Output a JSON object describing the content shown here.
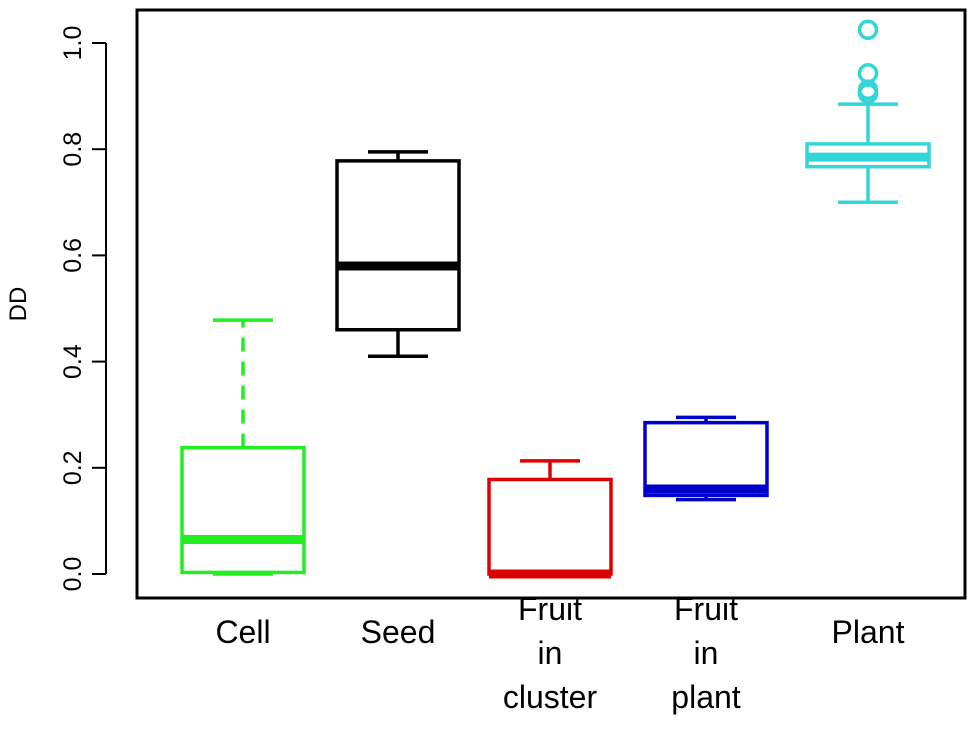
{
  "chart_data": {
    "type": "box",
    "ylabel": "DD",
    "xlabel": "",
    "title": "",
    "ylim": [
      -0.05,
      1.05
    ],
    "yticks": [
      0.0,
      0.2,
      0.4,
      0.6,
      0.8,
      1.0
    ],
    "ytick_labels": [
      "0.0",
      "0.2",
      "0.4",
      "0.6",
      "0.8",
      "1.0"
    ],
    "grid": false,
    "legend": "none",
    "categories": [
      {
        "label_lines": [
          "Cell"
        ],
        "color": "#22ee22",
        "whisker_dashed": true,
        "min": 0.0,
        "q1": 0.003,
        "median": 0.065,
        "q3": 0.238,
        "max": 0.478,
        "outliers": []
      },
      {
        "label_lines": [
          "Seed"
        ],
        "color": "#000000",
        "whisker_dashed": false,
        "min": 0.41,
        "q1": 0.46,
        "median": 0.58,
        "q3": 0.778,
        "max": 0.795,
        "outliers": []
      },
      {
        "label_lines": [
          "Fruit",
          "in",
          "cluster"
        ],
        "color": "#dd0000",
        "whisker_dashed": false,
        "min": 0.0,
        "q1": 0.0,
        "median": 0.0,
        "q3": 0.178,
        "max": 0.213,
        "outliers": []
      },
      {
        "label_lines": [
          "Fruit",
          "in",
          "plant"
        ],
        "color": "#0000cc",
        "whisker_dashed": false,
        "min": 0.14,
        "q1": 0.148,
        "median": 0.16,
        "q3": 0.285,
        "max": 0.295,
        "outliers": []
      },
      {
        "label_lines": [
          "Plant"
        ],
        "color": "#33d6d6",
        "whisker_dashed": false,
        "min": 0.7,
        "q1": 0.767,
        "median": 0.785,
        "q3": 0.81,
        "max": 0.885,
        "outliers": [
          0.905,
          0.912,
          0.943,
          1.025
        ]
      }
    ]
  }
}
